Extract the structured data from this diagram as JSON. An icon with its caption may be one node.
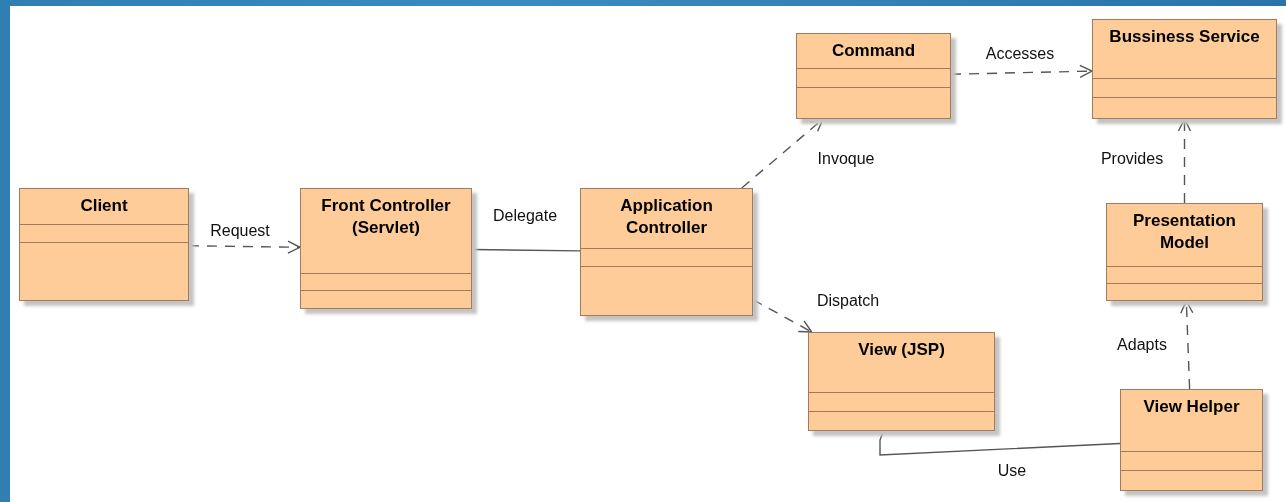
{
  "diagram": {
    "nodes": [
      {
        "text": [
          "Client"
        ]
      },
      {
        "text": [
          "Front Controller (Servlet)"
        ]
      },
      {
        "text": [
          "Application Controller"
        ]
      },
      {
        "text": [
          "Command"
        ]
      },
      {
        "text": [
          "Bussiness Service"
        ]
      },
      {
        "text": [
          "Presentation Model"
        ]
      },
      {
        "text": [
          "View (JSP)"
        ]
      },
      {
        "text": [
          "View Helper"
        ]
      }
    ],
    "edges": [
      {
        "from": 0,
        "to": 1,
        "arrow": "to",
        "label": "Request",
        "style": "dashed"
      },
      {
        "from": 1,
        "to": 2,
        "arrow": "none",
        "label": "Delegate"
      },
      {
        "from": 2,
        "to": 3,
        "arrow": "to",
        "label": "Invoque",
        "style": "dashed"
      },
      {
        "from": 3,
        "to": 4,
        "arrow": "to",
        "label": "Accesses",
        "style": "dashed"
      },
      {
        "from": 5,
        "to": 4,
        "arrow": "to",
        "label": "Provides",
        "style": "dashed"
      },
      {
        "from": 2,
        "to": 6,
        "arrow": "to",
        "label": "Dispatch",
        "style": "dashed"
      },
      {
        "from": 7,
        "to": 5,
        "arrow": "to",
        "label": "Adapts",
        "style": "dashed"
      },
      {
        "from": 6,
        "to": 7,
        "arrow": "none",
        "label": "Use"
      }
    ]
  }
}
